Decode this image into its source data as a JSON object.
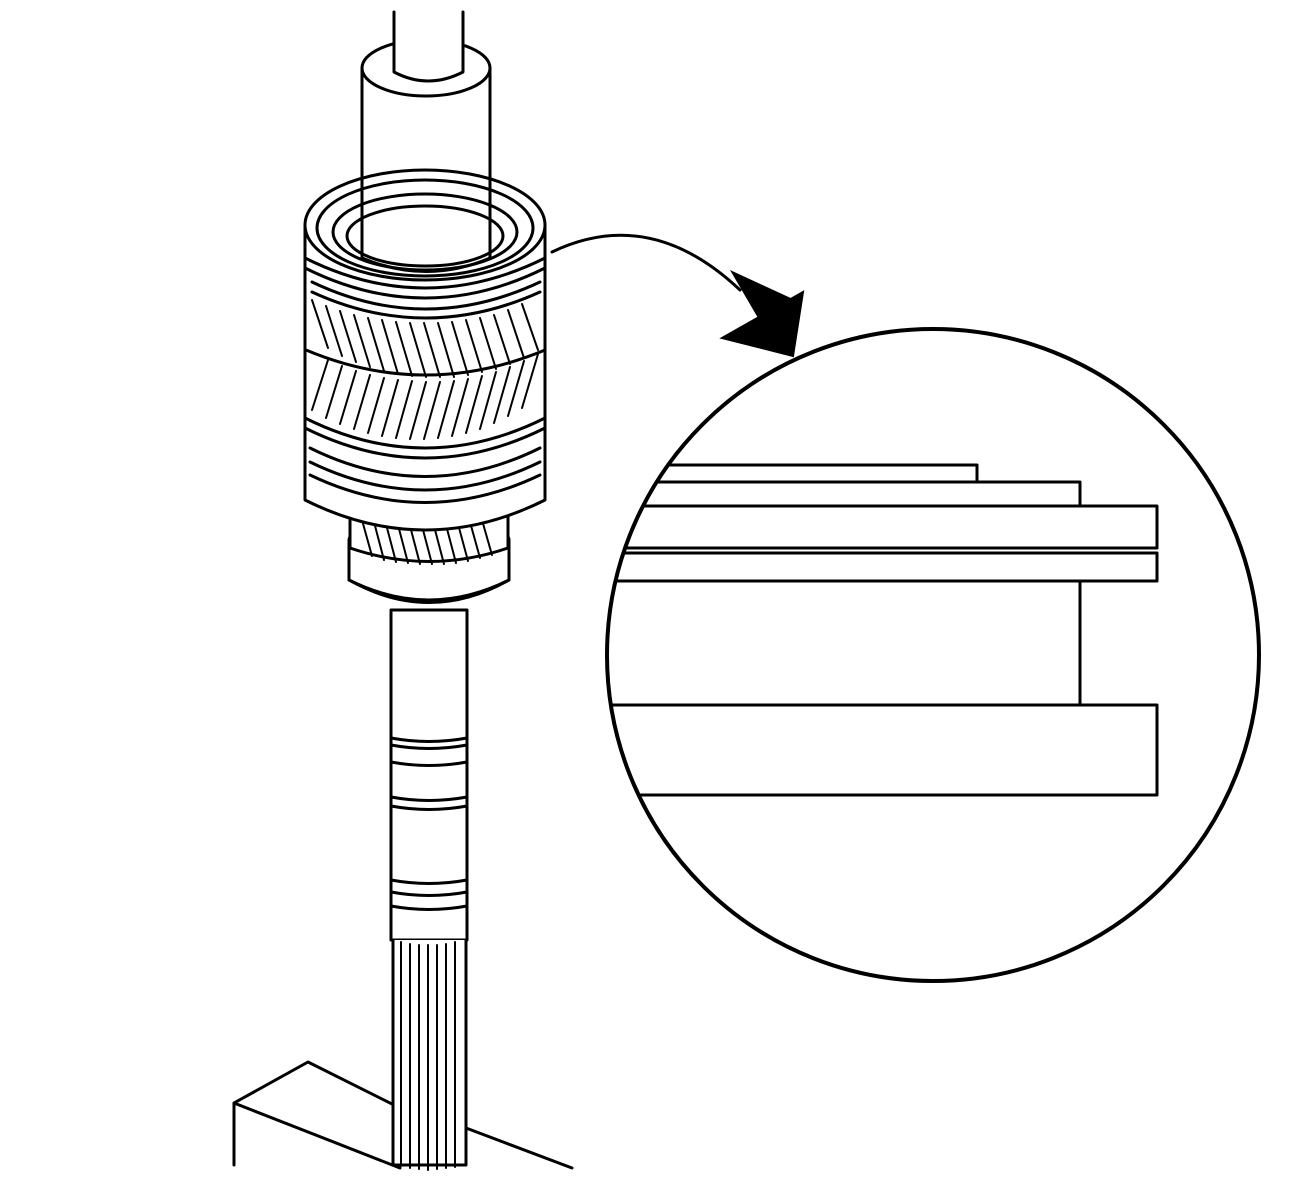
{
  "figure": {
    "colors": {
      "line": "#000000",
      "background": "#ffffff",
      "knurl": "#000000"
    },
    "parts": [
      "press-tool",
      "driver-sleeve",
      "synchronizer-assembly",
      "helical-gear",
      "bearing-race",
      "output-shaft",
      "splined-end",
      "support-block",
      "callout-arrow",
      "detail-magnifier"
    ],
    "labels": []
  }
}
